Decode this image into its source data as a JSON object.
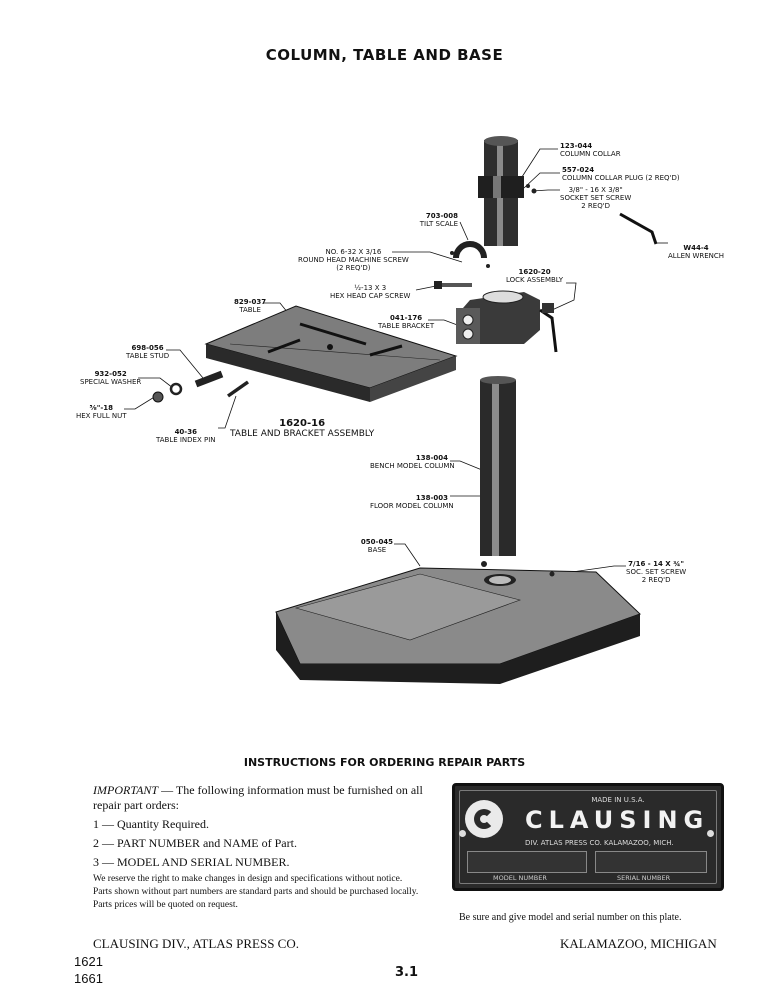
{
  "page": {
    "title": "COLUMN, TABLE AND BASE",
    "page_number": "3.1",
    "model_numbers": [
      "1621",
      "1661"
    ]
  },
  "callouts": {
    "column_collar": {
      "pn": "123-044",
      "name": "COLUMN COLLAR"
    },
    "collar_plug": {
      "pn": "557-024",
      "name": "COLUMN COLLAR PLUG (2 Req'd)"
    },
    "socket_set_screw": {
      "spec": "3/8\" - 16 x 3/8\"",
      "name": "SOCKET SET SCREW",
      "qty": "2 Req'd"
    },
    "tilt_scale": {
      "pn": "703-008",
      "name": "TILT SCALE"
    },
    "allen_wrench": {
      "pn": "W44-4",
      "name": "ALLEN WRENCH"
    },
    "round_head_screw": {
      "spec": "No. 6-32 x 3/16",
      "name": "ROUND HEAD MACHINE SCREW",
      "qty": "(2 Req'd)"
    },
    "lock_assembly": {
      "pn": "1620-20",
      "name": "LOCK ASSEMBLY"
    },
    "hex_cap_screw": {
      "spec": "½-13 x 3",
      "name": "HEX HEAD CAP SCREW"
    },
    "table": {
      "pn": "829-037",
      "name": "TABLE"
    },
    "table_bracket": {
      "pn": "041-176",
      "name": "TABLE BRACKET"
    },
    "table_stud": {
      "pn": "698-056",
      "name": "TABLE STUD"
    },
    "special_washer": {
      "pn": "932-052",
      "name": "SPECIAL WASHER"
    },
    "hex_full_nut": {
      "spec": "⅝\"-18",
      "name": "HEX FULL NUT"
    },
    "table_index_pin": {
      "pn": "40-36",
      "name": "TABLE INDEX PIN"
    },
    "bench_column": {
      "pn": "138-004",
      "name": "BENCH MODEL COLUMN"
    },
    "floor_column": {
      "pn": "138-003",
      "name": "FLOOR MODEL COLUMN"
    },
    "base": {
      "pn": "050-045",
      "name": "BASE"
    },
    "soc_set_screw": {
      "spec": "7/16 - 14 x ¾\"",
      "name": "SOC. SET SCREW",
      "qty": "2 Req'd"
    }
  },
  "assembly": {
    "pn": "1620-16",
    "name": "TABLE AND BRACKET ASSEMBLY"
  },
  "instructions": {
    "heading": "INSTRUCTIONS FOR ORDERING REPAIR PARTS",
    "important_label": "IMPORTANT",
    "important_text": " — The following information must be furnished on all repair part orders:",
    "items": [
      "1 — Quantity Required.",
      "2 — PART NUMBER and NAME of Part.",
      "3 — MODEL AND SERIAL NUMBER."
    ],
    "notes": [
      "We reserve the right to make changes in design and specifications without notice.",
      "Parts shown without part numbers are standard parts and should be purchased locally.",
      "Parts prices will be quoted on request."
    ]
  },
  "plate": {
    "made_in": "MADE IN U.S.A.",
    "brand": "CLAUSING",
    "division": "DIV. ATLAS PRESS CO.   KALAMAZOO, MICH.",
    "model_label": "MODEL NUMBER",
    "serial_label": "SERIAL NUMBER",
    "note": "Be sure and give model and serial number on this plate."
  },
  "footer": {
    "left": "CLAUSING DIV., ATLAS PRESS CO.",
    "right": "KALAMAZOO, MICHIGAN"
  }
}
